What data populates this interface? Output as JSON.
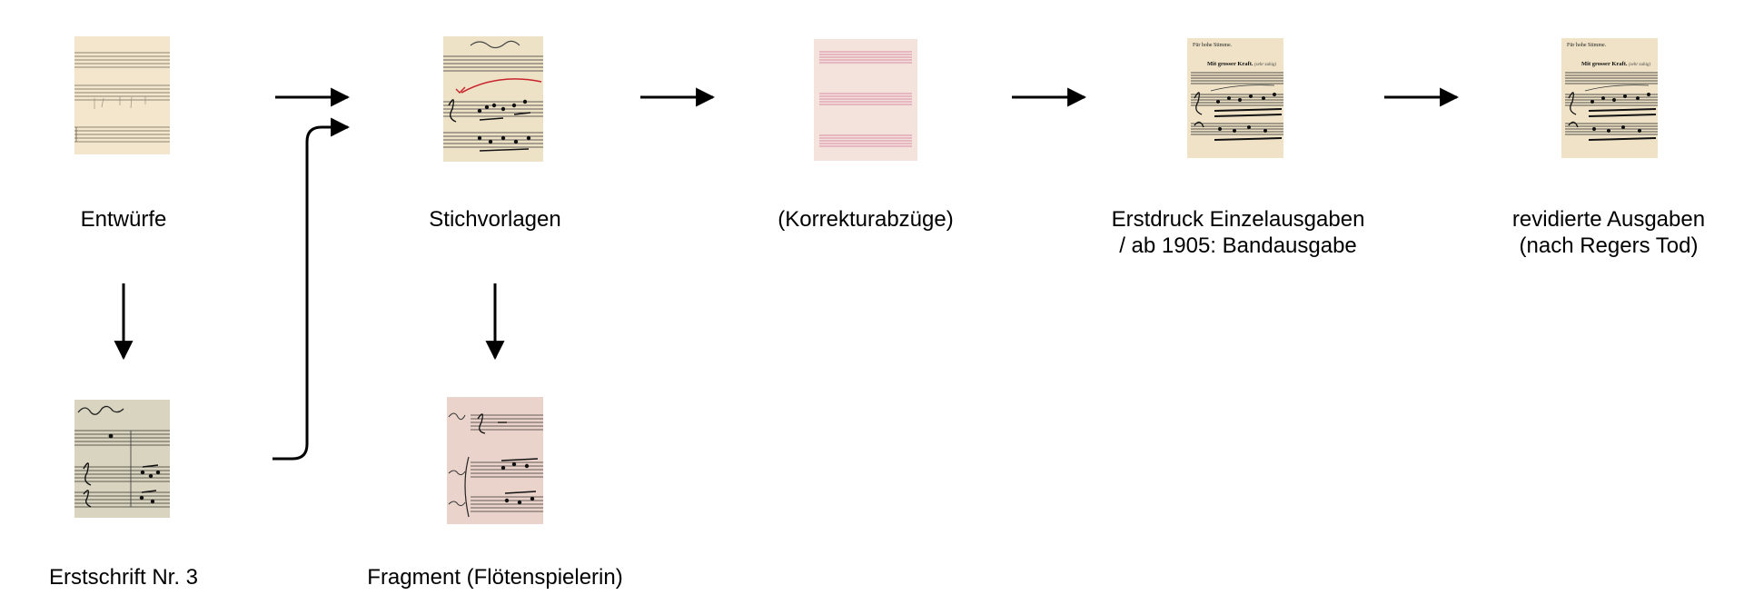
{
  "nodes": [
    {
      "id": "entwuerfe",
      "lines": [
        "Entwürfe"
      ],
      "thumbnail": "manuscript-draft-icon"
    },
    {
      "id": "erstschrift",
      "lines": [
        "Erstschrift Nr. 3"
      ],
      "thumbnail": "handwritten-score-icon"
    },
    {
      "id": "stichvorlagen",
      "lines": [
        "Stichvorlagen"
      ],
      "thumbnail": "engraver-copy-icon"
    },
    {
      "id": "fragment",
      "lines": [
        "Fragment (Flötenspielerin)"
      ],
      "thumbnail": "fragment-score-icon"
    },
    {
      "id": "korrektur",
      "lines": [
        "(Korrekturabzüge)"
      ],
      "thumbnail": "blank-staff-paper-icon"
    },
    {
      "id": "erstdruck",
      "lines": [
        "Erstdruck Einzelausgaben",
        "/ ab 1905: Bandausgabe"
      ],
      "thumbnail": "printed-score-icon"
    },
    {
      "id": "revidiert",
      "lines": [
        "revidierte Ausgaben",
        "(nach Regers Tod)"
      ],
      "thumbnail": "printed-score-icon"
    }
  ],
  "thumb_texts": {
    "print_heading": "Für hohe Stimme.",
    "print_tempo": "Mit grosser Kraft.",
    "print_tempo_tail": "(sehr zuhig)"
  },
  "edges": [
    {
      "from": "entwuerfe",
      "to": "erstschrift"
    },
    {
      "from": "entwuerfe",
      "to": "stichvorlagen"
    },
    {
      "from": "erstschrift",
      "to": "stichvorlagen"
    },
    {
      "from": "stichvorlagen",
      "to": "fragment"
    },
    {
      "from": "stichvorlagen",
      "to": "korrektur"
    },
    {
      "from": "korrektur",
      "to": "erstdruck"
    },
    {
      "from": "erstdruck",
      "to": "revidiert"
    }
  ],
  "colors": {
    "paper_cream": "#f3e6cc",
    "paper_grey": "#d9d4bf",
    "paper_pink": "#f4e3dc",
    "paper_print": "#efe2c7",
    "staff_pink": "#d98aa6",
    "ink": "#1a1a1a",
    "red_pencil": "#c8242c"
  }
}
